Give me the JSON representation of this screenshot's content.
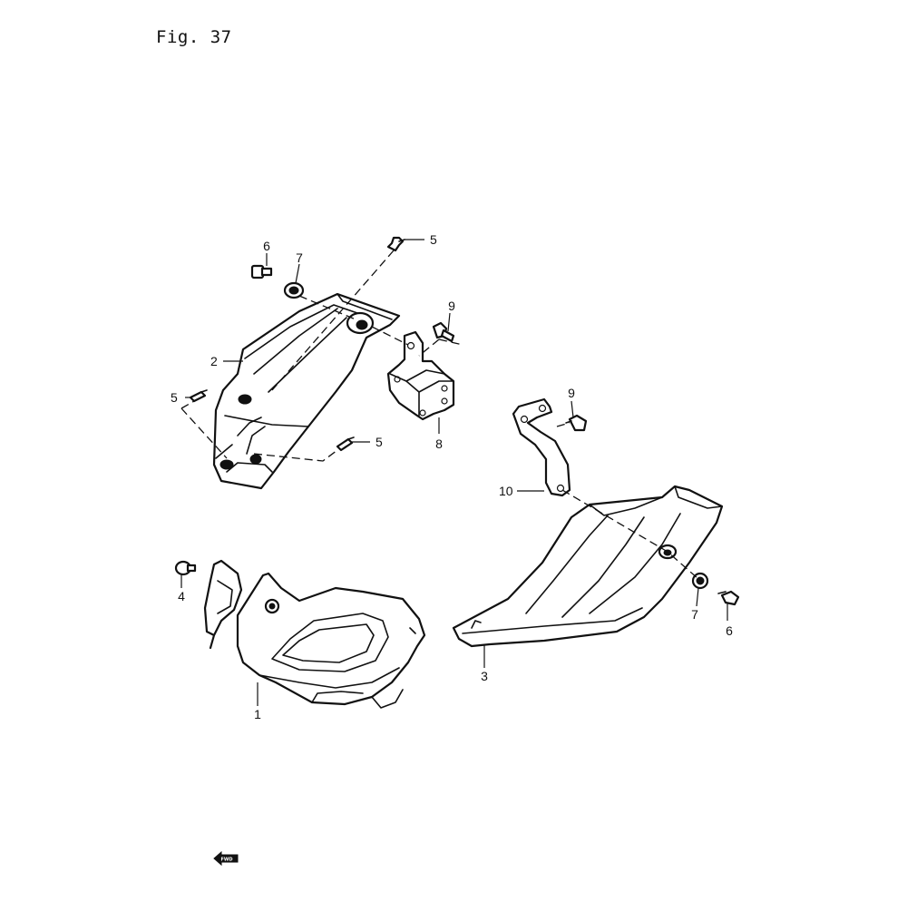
{
  "figure": {
    "title": "Fig. 37"
  },
  "callouts": {
    "c1": "1",
    "c2": "2",
    "c3": "3",
    "c4": "4",
    "c5a": "5",
    "c5b": "5",
    "c5c": "5",
    "c6a": "6",
    "c6b": "6",
    "c7a": "7",
    "c7b": "7",
    "c8": "8",
    "c9a": "9",
    "c9b": "9",
    "c10": "10"
  },
  "fwd_badge": {
    "label": "FWD"
  }
}
